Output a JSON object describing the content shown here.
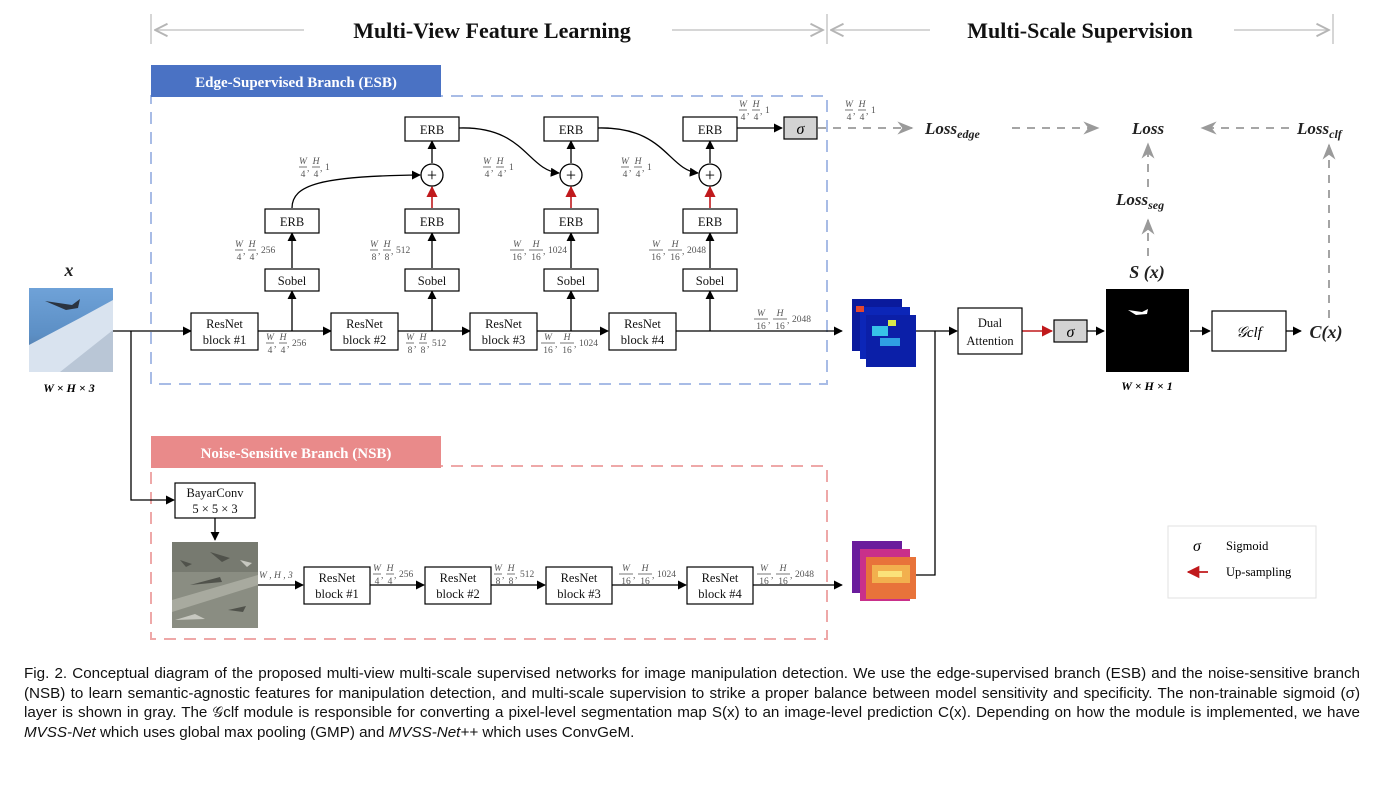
{
  "sections": {
    "left_title": "Multi-View Feature Learning",
    "right_title": "Multi-Scale Supervision"
  },
  "esb": {
    "label": "Edge-Supervised Branch (ESB)",
    "color": "#4a72c4",
    "dash_color": "#9fb4e2",
    "resnet_blocks": [
      {
        "line1": "ResNet",
        "line2": "block #1"
      },
      {
        "line1": "ResNet",
        "line2": "block #2"
      },
      {
        "line1": "ResNet",
        "line2": "block #3"
      },
      {
        "line1": "ResNet",
        "line2": "block #4"
      }
    ],
    "sobel_label": "Sobel",
    "erb_label": "ERB",
    "plus_symbol": "+",
    "sigma_symbol": "σ"
  },
  "nsb": {
    "label": "Noise-Sensitive Branch (NSB)",
    "color": "#e98a8a",
    "dash_color": "#eea8a8",
    "bayar_line1": "BayarConv",
    "bayar_line2": "5 × 5 × 3",
    "resnet_blocks": [
      {
        "line1": "ResNet",
        "line2": "block #1"
      },
      {
        "line1": "ResNet",
        "line2": "block #2"
      },
      {
        "line1": "ResNet",
        "line2": "block #3"
      },
      {
        "line1": "ResNet",
        "line2": "block #4"
      }
    ],
    "input_dims": "W , H , 3"
  },
  "input": {
    "symbol": "x",
    "dims": "W × H × 3"
  },
  "dims": {
    "esb_after_resnet": [
      "W/4, H/4, 256",
      "W/8, H/8, 512",
      "W/16, H/16, 1024",
      "W/16, H/16, 2048"
    ],
    "esb_sobel": [
      "W/4, H/4, 256",
      "W/8, H/8, 512",
      "W/16, H/16, 1024",
      "W/16, H/16, 2048"
    ],
    "esb_erb": [
      "W/4, H/4, 1",
      "W/4, H/4, 1",
      "W/4, H/4, 1",
      "W/4, H/4, 1"
    ],
    "esb_sigma_out": "W/4, H/4, 1",
    "nsb_after_resnet": [
      "W/4, H/4, 256",
      "W/8, H/8, 512",
      "W/16, H/16, 1024",
      "W/16, H/16, 2048"
    ]
  },
  "dual_attention": {
    "line1": "Dual",
    "line2": "Attention"
  },
  "output": {
    "seg_symbol": "S (x)",
    "seg_dims": "W × H × 1",
    "clf_module": "𝒢clf",
    "clf_symbol": "C(x)"
  },
  "losses": {
    "edge": "Loss",
    "edge_sub": "edge",
    "total": "Loss",
    "seg": "Loss",
    "seg_sub": "seg",
    "clf": "Loss",
    "clf_sub": "clf"
  },
  "legend": {
    "sigmoid_symbol": "σ",
    "sigmoid_label": "Sigmoid",
    "upsampling_label": "Up-sampling",
    "upsampling_color": "#c0191c"
  },
  "caption": {
    "p1": "Fig. 2. Conceptual diagram of the proposed multi-view multi-scale supervised networks for image manipulation detection. We use the edge-supervised branch (ESB) and the noise-sensitive branch (NSB) to learn semantic-agnostic features for manipulation detection, and multi-scale supervision to strike a proper balance between model sensitivity and specificity. The non-trainable sigmoid (σ) layer is shown in gray. The 𝒢clf module is responsible for converting a pixel-level segmentation map S(x) to an image-level prediction C(x). Depending on how the module is implemented, we have ",
    "em1": "MVSS-Net",
    "p2": " which uses global max pooling (GMP) and ",
    "em2": "MVSS-Net++",
    "p3": " which uses ConvGeM."
  }
}
